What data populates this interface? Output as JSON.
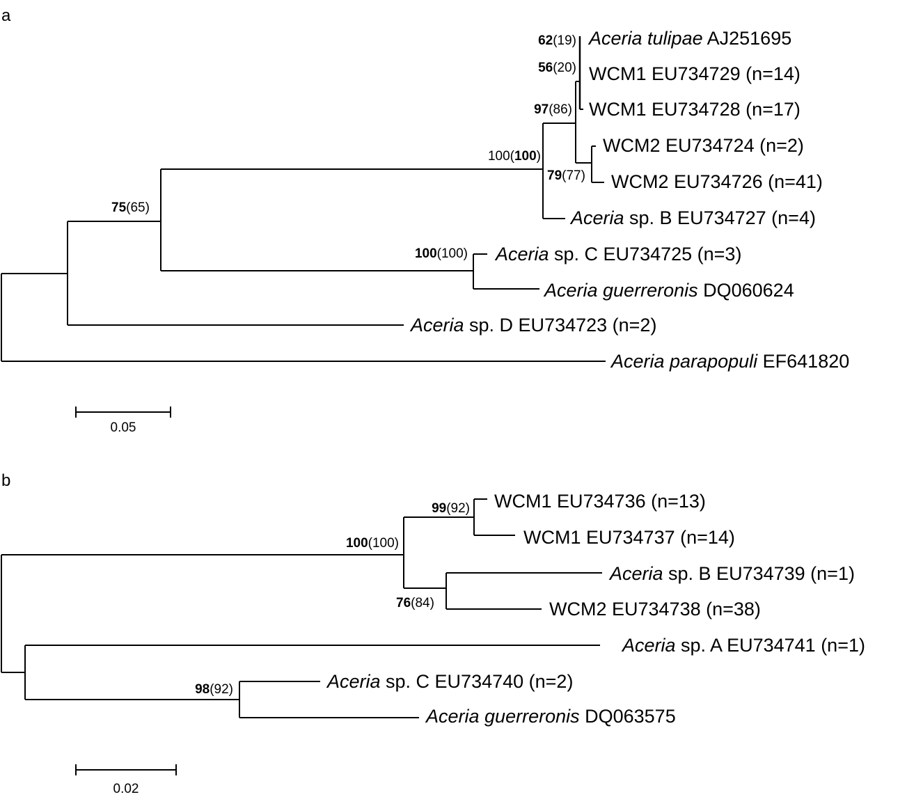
{
  "panels": {
    "a": {
      "label": "a",
      "scale": "0.05",
      "leaves": [
        [
          {
            "t": "Aceria tulipae",
            "i": true
          },
          {
            "t": " AJ251695"
          }
        ],
        [
          {
            "t": "WCM1 EU734729 (n=14)"
          }
        ],
        [
          {
            "t": "WCM1 EU734728 (n=17)"
          }
        ],
        [
          {
            "t": "WCM2 EU734724 (n=2)"
          }
        ],
        [
          {
            "t": "WCM2 EU734726 (n=41)"
          }
        ],
        [
          {
            "t": "Aceria",
            "i": true
          },
          {
            "t": " sp. B EU734727 (n=4)"
          }
        ],
        [
          {
            "t": "Aceria",
            "i": true
          },
          {
            "t": " sp. C EU734725 (n=3)"
          }
        ],
        [
          {
            "t": "Aceria guerreronis",
            "i": true
          },
          {
            "t": " DQ060624"
          }
        ],
        [
          {
            "t": "Aceria",
            "i": true
          },
          {
            "t": " sp. D EU734723 (n=2)"
          }
        ],
        [
          {
            "t": "Aceria parapopuli",
            "i": true
          },
          {
            "t": " EF641820"
          }
        ]
      ],
      "supports": [
        [
          {
            "t": "62",
            "b": true
          },
          {
            "t": "(19)"
          }
        ],
        [
          {
            "t": "56",
            "b": true
          },
          {
            "t": "(20)"
          }
        ],
        [
          {
            "t": "97",
            "b": true
          },
          {
            "t": "(86)"
          }
        ],
        [
          {
            "t": "100("
          },
          {
            "t": "100",
            "b": true
          },
          {
            "t": ")"
          }
        ],
        [
          {
            "t": "79",
            "b": true
          },
          {
            "t": "(77)"
          }
        ],
        [
          {
            "t": "75",
            "b": true
          },
          {
            "t": "(65)"
          }
        ],
        [
          {
            "t": "100",
            "b": true
          },
          {
            "t": "(100)"
          }
        ]
      ]
    },
    "b": {
      "label": "b",
      "scale": "0.02",
      "leaves": [
        [
          {
            "t": "WCM1 EU734736 (n=13)"
          }
        ],
        [
          {
            "t": "WCM1 EU734737 (n=14)"
          }
        ],
        [
          {
            "t": "Aceria",
            "i": true
          },
          {
            "t": " sp. B EU734739 (n=1)"
          }
        ],
        [
          {
            "t": "WCM2 EU734738 (n=38)"
          }
        ],
        [
          {
            "t": "Aceria",
            "i": true
          },
          {
            "t": " sp. A EU734741 (n=1)"
          }
        ],
        [
          {
            "t": "Aceria",
            "i": true
          },
          {
            "t": " sp. C EU734740 (n=2)"
          }
        ],
        [
          {
            "t": "Aceria guerreronis",
            "i": true
          },
          {
            "t": " DQ063575"
          }
        ]
      ],
      "supports": [
        [
          {
            "t": "99",
            "b": true
          },
          {
            "t": "(92)"
          }
        ],
        [
          {
            "t": "100",
            "b": true
          },
          {
            "t": "(100)"
          }
        ],
        [
          {
            "t": "76",
            "b": true
          },
          {
            "t": "(84)"
          }
        ],
        [
          {
            "t": "98",
            "b": true
          },
          {
            "t": "(92)"
          }
        ]
      ]
    }
  }
}
